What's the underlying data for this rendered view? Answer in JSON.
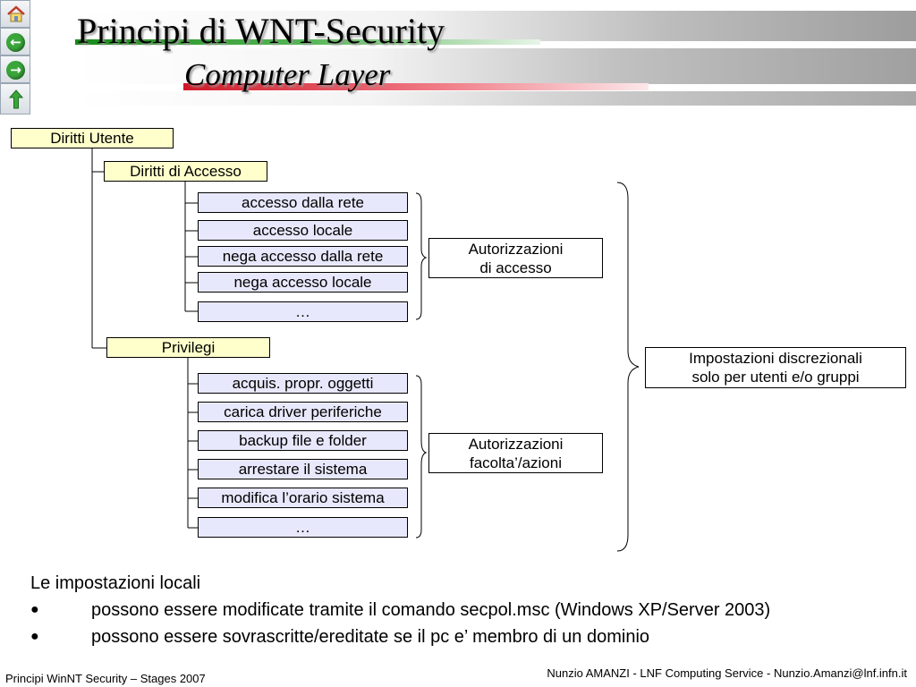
{
  "header": {
    "title": "Principi di WNT-Security",
    "subtitle": "Computer Layer"
  },
  "nav": [
    {
      "name": "home-icon"
    },
    {
      "name": "arrow-left-icon",
      "glyph": "←"
    },
    {
      "name": "arrow-right-icon",
      "glyph": "→"
    },
    {
      "name": "arrow-up-icon",
      "glyph": "↑"
    }
  ],
  "diagram": {
    "root": "Diritti Utente",
    "access_group": "Diritti di Accesso",
    "access_items": [
      "accesso dalla rete",
      "accesso locale",
      "nega accesso dalla rete",
      "nega accesso locale",
      "…"
    ],
    "privilege_group": "Privilegi",
    "privilege_items": [
      "acquis. propr. oggetti",
      "carica driver periferiche",
      "backup file e folder",
      "arrestare il sistema",
      "modifica l’orario sistema",
      "…"
    ],
    "access_note": [
      "Autorizzazioni",
      "di accesso"
    ],
    "privilege_note": [
      "Autorizzazioni",
      "facolta’/azioni"
    ],
    "summary_note": [
      "Impostazioni discrezionali",
      "solo per utenti e/o gruppi"
    ]
  },
  "body": {
    "intro": "Le impostazioni locali",
    "bullets": [
      "possono essere modificate tramite il comando secpol.msc (Windows XP/Server 2003)",
      "possono essere sovrascritte/ereditate se il pc e’ membro di un dominio"
    ],
    "bullet_glyph": "●"
  },
  "footer": {
    "left": "Principi WinNT Security – Stages 2007",
    "right": "Nunzio AMANZI - LNF Computing Service - Nunzio.Amanzi@lnf.infn.it"
  },
  "colors": {
    "box_yellow": "#ffffcc",
    "box_lilac": "#e8e8fc",
    "accent_green": "#1a8a1a",
    "accent_red": "#d01828"
  }
}
